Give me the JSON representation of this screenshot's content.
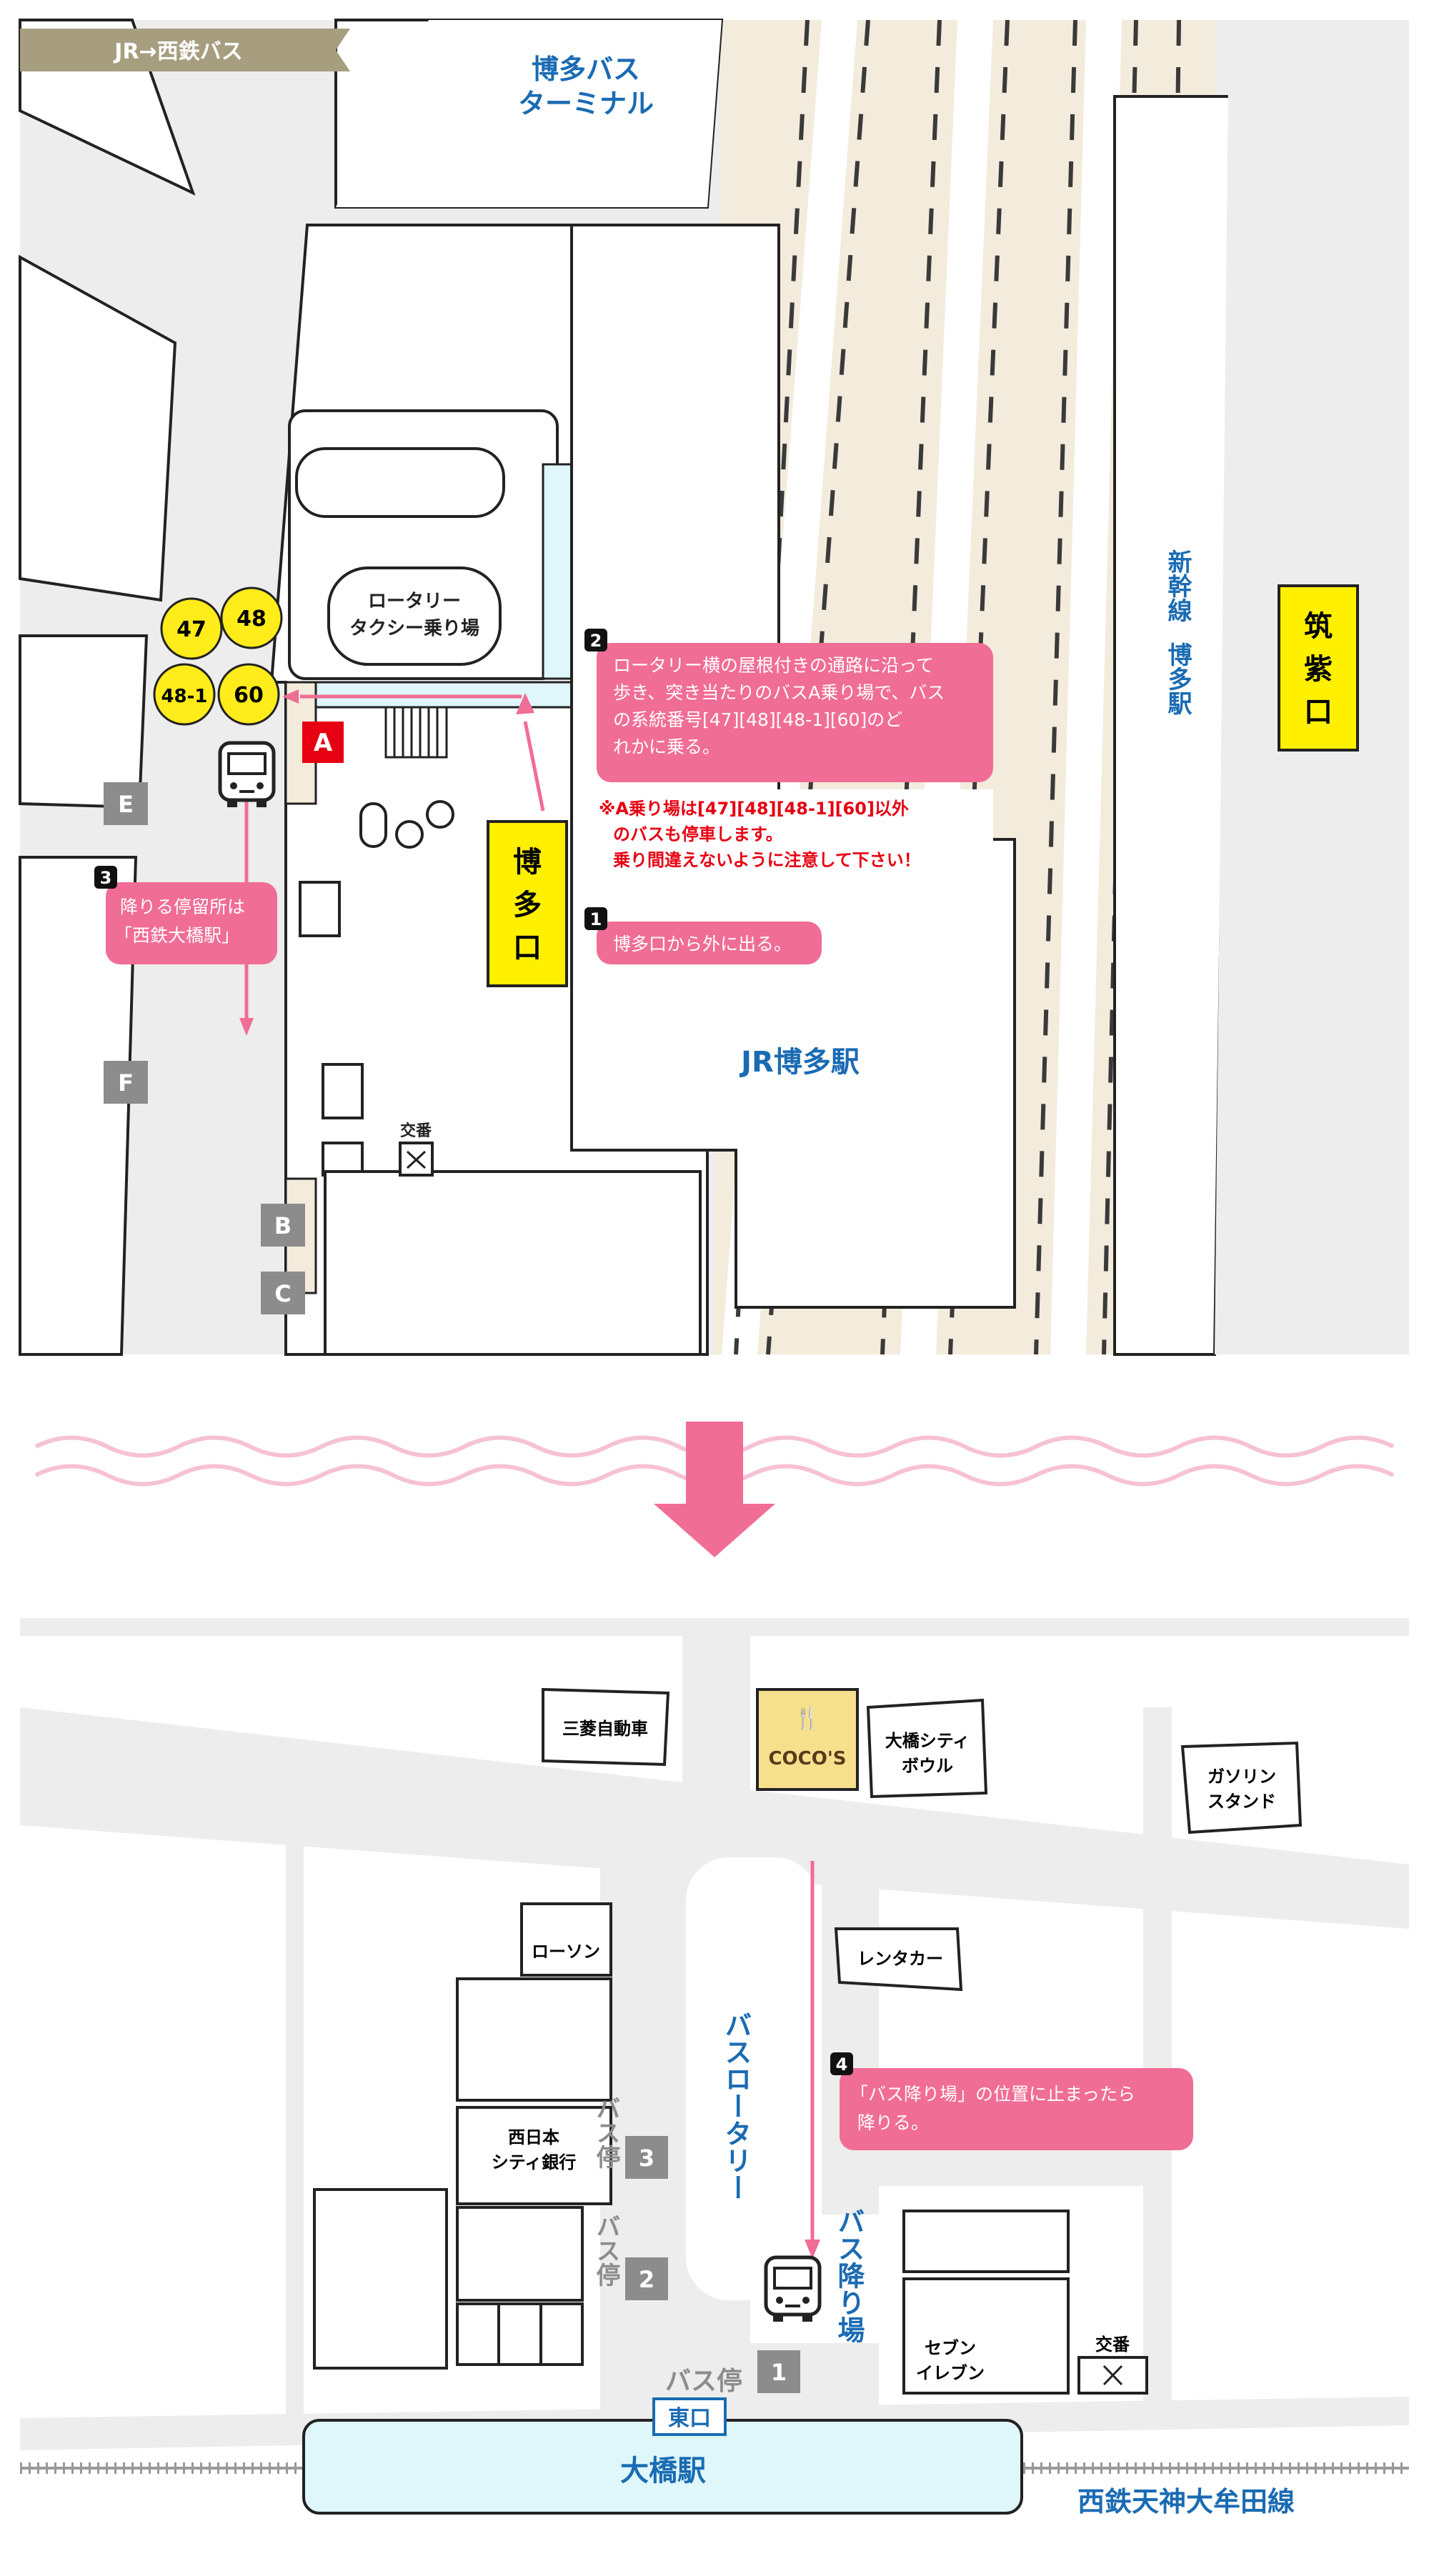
{
  "header_tag": "JR→西鉄バス",
  "top_map": {
    "hakata_bus_terminal": [
      "博多バス",
      "ターミナル"
    ],
    "shinkansen": [
      "新幹線",
      "博多駅"
    ],
    "chikushi_exit": [
      "筑",
      "紫",
      "口"
    ],
    "hakata_exit": [
      "博",
      "多",
      "口"
    ],
    "rotary_label": [
      "ロータリー",
      "タクシー乗り場"
    ],
    "jr_station": "JR博多駅",
    "koban": "交番",
    "bus_route_bubbles": [
      "47",
      "48",
      "48-1",
      "60"
    ],
    "stop_labels": [
      "A",
      "B",
      "C",
      "E",
      "F"
    ],
    "steps": [
      {
        "num": "1",
        "lines": [
          "博多口から外に出る。"
        ]
      },
      {
        "num": "2",
        "lines": [
          "ロータリー横の屋根付きの通路に沿って",
          "歩き、突き当たりのバスA乗り場で、バス",
          "の系統番号[47][48][48-1][60]のど",
          "れかに乗る。"
        ]
      },
      {
        "num": "3",
        "lines": [
          "降りる停留所は",
          "「西鉄大橋駅」"
        ]
      }
    ],
    "warning": [
      "※A乗り場は[47][48][48-1][60]以外",
      "のバスも停車します。",
      "乗り間違えないように注意して下さい！"
    ]
  },
  "bottom_map": {
    "mitsubishi": "三菱自動車",
    "cocos": "COCO'S",
    "ohashi_city_bowl": [
      "大橋シティ",
      "ボウル"
    ],
    "gasoline_stand": [
      "ガソリン",
      "スタンド"
    ],
    "lawson": "ローソン",
    "rent_a_car": "レンタカー",
    "nishinippon_bank": [
      "西日本",
      "シティ銀行"
    ],
    "bus_rotary": "バスロータリー",
    "bus_alighting": "バス降り場",
    "bus_stop_word": "バス停",
    "bus_stop_numbers": [
      "3",
      "2",
      "1"
    ],
    "seven_eleven": [
      "セブン",
      "イレブン"
    ],
    "koban": "交番",
    "east_exit": "東口",
    "ohashi_station": "大橋駅",
    "railway_line": "西鉄天神大牟田線",
    "step4": {
      "num": "4",
      "lines": [
        "「バス降り場」の位置に止まったら",
        "降りる。"
      ]
    }
  },
  "colors": {
    "step_box": "#f06d95",
    "jr_blue": "#1a6bb3",
    "exit_yellow": "#fff000",
    "bubble_yellow": "#ffec1a",
    "stop_red": "#e60012",
    "stop_gray": "#8c8c8c",
    "warning_red": "#e60012",
    "tag_gold": "#a79e80",
    "station_fill": "#dff6fa"
  }
}
